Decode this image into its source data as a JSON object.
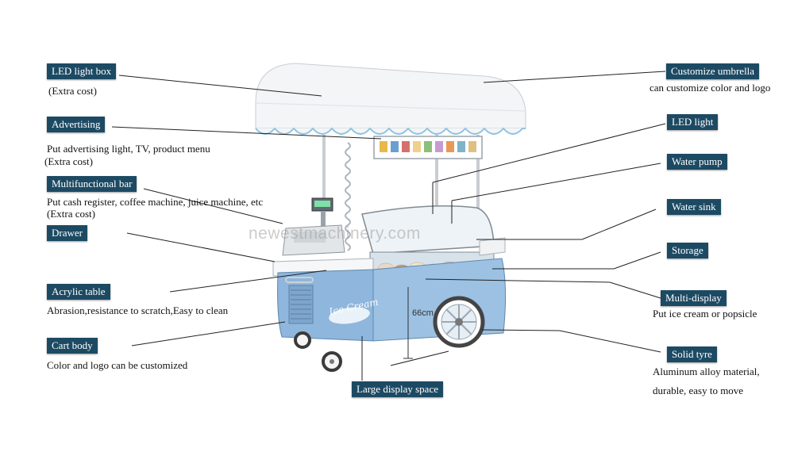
{
  "watermark": "newestmachinery.com",
  "cart": {
    "brand_text": "Ice Cream",
    "dimension": "66cm"
  },
  "left_labels": [
    {
      "name": "LED light box",
      "desc": [
        "(Extra cost)"
      ]
    },
    {
      "name": "Advertising",
      "desc": [
        "Put advertising light, TV, product menu",
        "(Extra cost)"
      ]
    },
    {
      "name": "Multifunctional bar",
      "desc": [
        "Put cash register, coffee machine, juice machine, etc",
        "(Extra cost)"
      ]
    },
    {
      "name": "Drawer",
      "desc": []
    },
    {
      "name": "Acrylic table",
      "desc": [
        "Abrasion,resistance to scratch,Easy to clean"
      ]
    },
    {
      "name": "Cart body",
      "desc": [
        "Color and logo can be customized"
      ]
    }
  ],
  "right_labels": [
    {
      "name": "Customize umbrella",
      "desc": [
        "can customize color and logo"
      ]
    },
    {
      "name": "LED light",
      "desc": []
    },
    {
      "name": "Water pump",
      "desc": []
    },
    {
      "name": "Water sink",
      "desc": []
    },
    {
      "name": "Storage",
      "desc": []
    },
    {
      "name": "Multi-display",
      "desc": [
        "Put ice cream or popsicle"
      ]
    },
    {
      "name": "Solid tyre",
      "desc": [
        "Aluminum alloy material,",
        "durable, easy to move"
      ]
    }
  ],
  "bottom_label": {
    "name": "Large display space"
  },
  "colors": {
    "tag_bg": "#1d4a63",
    "cart_body": "#8fb6dc",
    "canopy": "#f4f6f8",
    "canopy_trim": "#9ccbe6"
  }
}
